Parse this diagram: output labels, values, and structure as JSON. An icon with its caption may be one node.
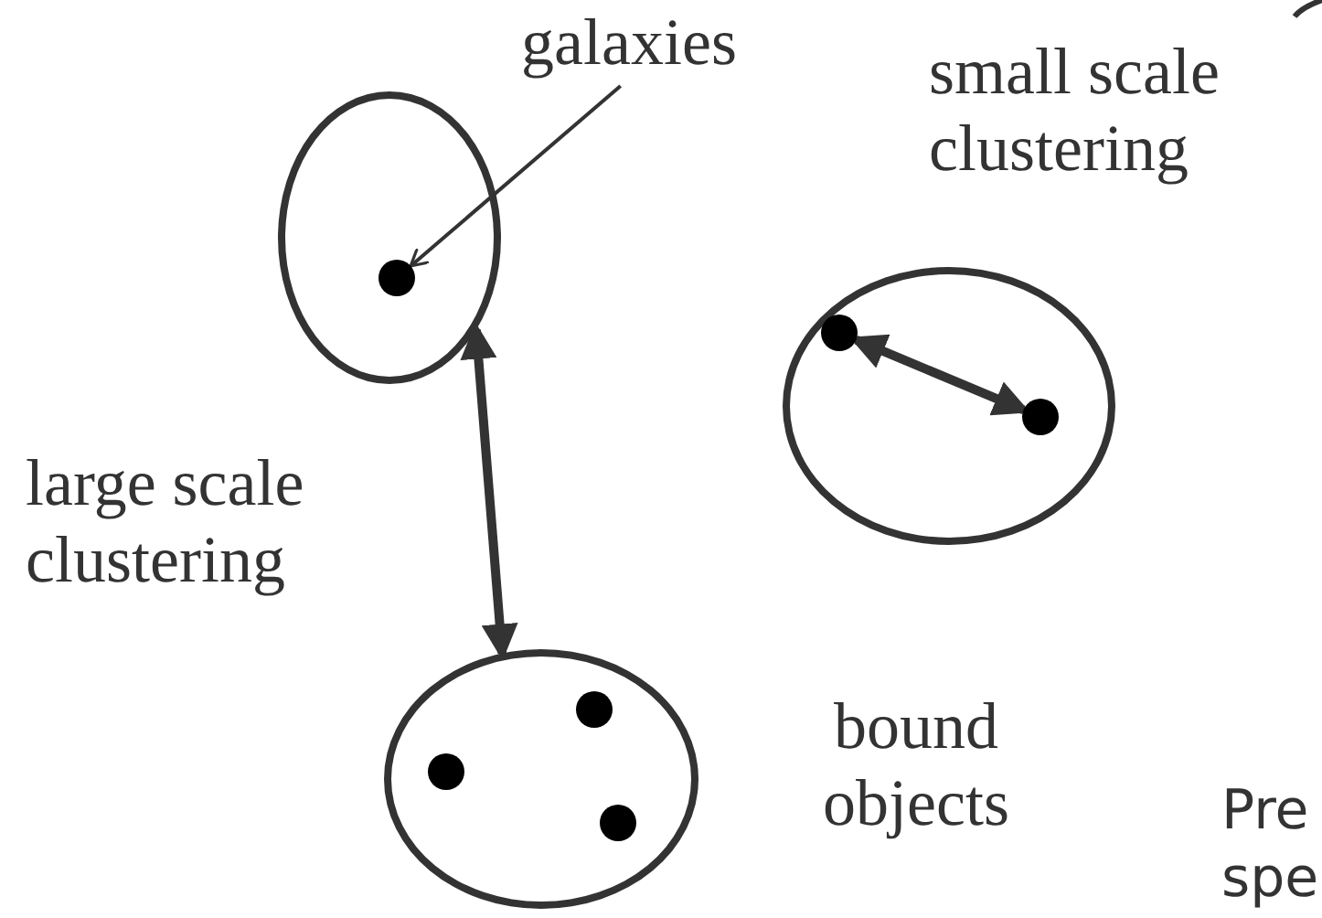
{
  "diagram": {
    "nodes": [
      {
        "text": [
          "galaxies"
        ]
      },
      {
        "text": [],
        "shape": "circle"
      },
      {
        "text": [],
        "shape": "circle",
        "in": 1
      },
      {
        "text": [],
        "shape": "circle"
      },
      {
        "text": [],
        "shape": "circle",
        "in": 3
      },
      {
        "text": [],
        "shape": "circle",
        "in": 3
      },
      {
        "text": [],
        "shape": "circle"
      },
      {
        "text": [],
        "shape": "circle",
        "in": 6
      },
      {
        "text": [],
        "shape": "circle",
        "in": 6
      },
      {
        "text": [],
        "shape": "circle",
        "in": 6
      }
    ],
    "edges": [
      {
        "from": 0,
        "to": 2,
        "arrow": "to"
      },
      {
        "from": 4,
        "to": 5,
        "arrow": "both"
      },
      {
        "from": 1,
        "to": 6,
        "arrow": "both"
      }
    ],
    "labels": [
      "small scale clustering",
      "large scale clustering",
      "bound objects",
      "Pre",
      "spe"
    ]
  }
}
